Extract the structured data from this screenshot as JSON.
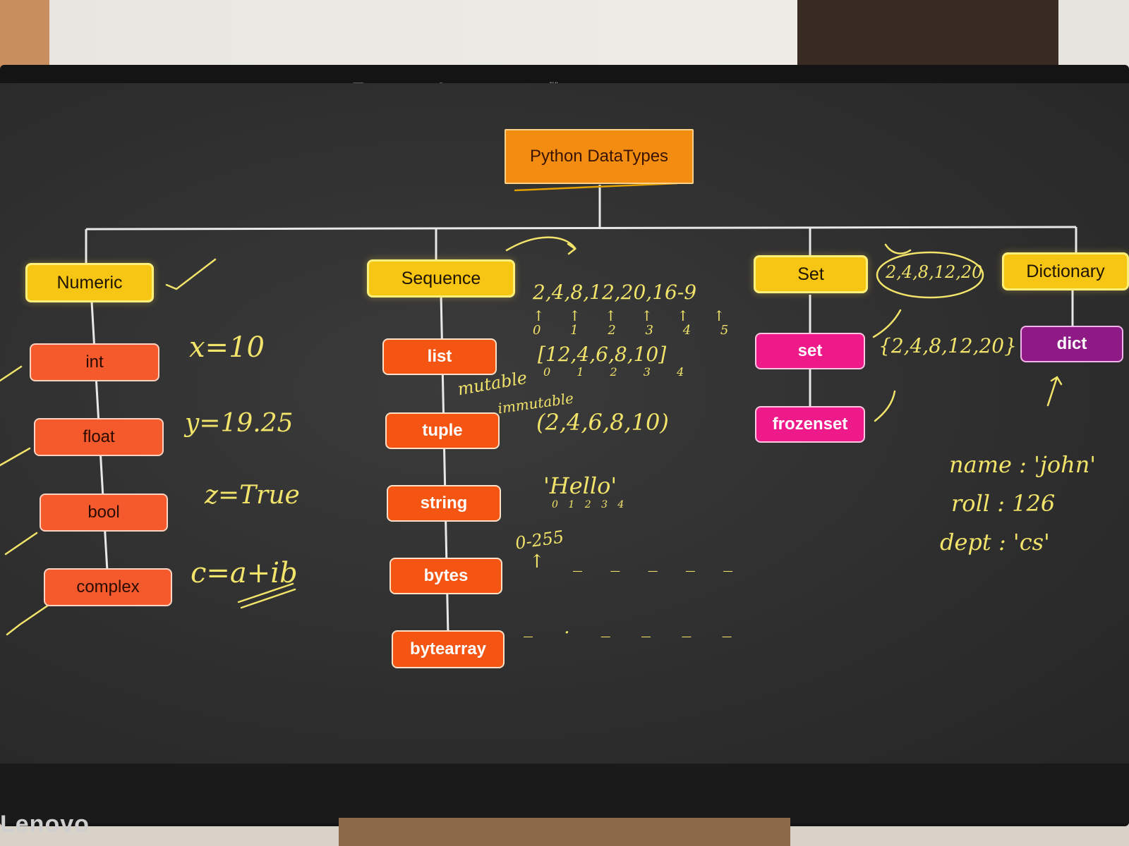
{
  "diagram": {
    "root": "Python DataTypes",
    "categories": [
      "Numeric",
      "Sequence",
      "Set",
      "Dictionary"
    ],
    "numeric_types": [
      "int",
      "float",
      "bool",
      "complex"
    ],
    "sequence_types": [
      "list",
      "tuple",
      "string",
      "bytes",
      "bytearray"
    ],
    "set_types": [
      "set",
      "frozenset"
    ],
    "dict_types": [
      "dict"
    ]
  },
  "handwriting": {
    "int_example": "x=10",
    "float_example": "y=19.25",
    "bool_example": "z=True",
    "complex_example": "c=a+ib",
    "seq_values": "2,4,8,12,20,16-9",
    "seq_arrows": "↑ ↑ ↑ ↑ ↑ ↑",
    "seq_indexes": "0 1 2 3 4 5",
    "list_example": "[12,4,6,8,10]",
    "list_indexes": "0 1 2 3 4",
    "mutable_label": "mutable",
    "immutable_label": "immutable",
    "tuple_example": "(2,4,6,8,10)",
    "string_example": "'Hello'",
    "string_indexes": "0 1 2 3 4",
    "bytes_range": "0-255",
    "bytes_dashes": "↑ _ _ _ _ _",
    "bytearray_dashes": "_ . _ _ _ _",
    "set_circled": "2,4,8,12,20",
    "set_example": "{2,4,8,12,20}",
    "dict_name": "name : 'john'",
    "dict_roll": "roll : 126",
    "dict_dept": "dept : 'cs'"
  },
  "bezel": {
    "brand": "Lenovo"
  },
  "colors": {
    "root": "#f38d12",
    "category": "#f7c514",
    "numeric_leaf": "#f55a2c",
    "sequence_leaf": "#f45512",
    "set_leaf": "#ef1a8a",
    "dict_leaf": "#8e1a86",
    "ink": "#f2e46a",
    "screen": "#2f2f2f"
  },
  "toolbar_icons": [
    "pen-icon",
    "eraser-icon",
    "highlighter-icon",
    "lasso-icon",
    "shape-icon",
    "sticker-icon",
    "image-icon",
    "export-icon",
    "link-icon"
  ]
}
